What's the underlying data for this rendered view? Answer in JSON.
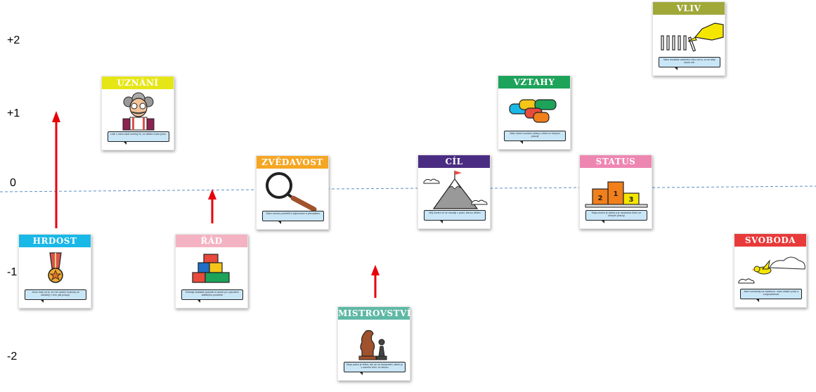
{
  "axis": {
    "labels": [
      "+2",
      "+1",
      "0",
      "-1",
      "-2"
    ]
  },
  "colors": {
    "dashed_line": "#5b8fc7",
    "arrow": "#e8000b"
  },
  "cards": [
    {
      "key": "hrdost",
      "title": "HRDOST",
      "color": "#19b8e6",
      "icon": "medal-icon",
      "text": "Jsem hrdý na to, že mé osobní hodnoty se odrážejí v tom, jak pracuji."
    },
    {
      "key": "uznani",
      "title": "UZNÁNÍ",
      "color": "#e6e617",
      "icon": "professor-icon",
      "text": "Lidé v mém okolí oceňují to, co dělám a kdo jsem."
    },
    {
      "key": "rad",
      "title": "ŘÁD",
      "color": "#f4b3c2",
      "icon": "building-blocks-icon",
      "text": "Existuje dostatek pravidel a doloží pro vytvoření stabilního prostředí"
    },
    {
      "key": "zvedavost",
      "title": "ZVĚDAVOST",
      "color": "#f5a623",
      "icon": "magnifier-icon",
      "text": "Mám mnoho podnětů k objevování a přemýšlení"
    },
    {
      "key": "mistrovstvi",
      "title": "MISTROVSTVÍ",
      "color": "#5fb8a5",
      "icon": "chess-pieces-icon",
      "text": "Moje práce je těžká, ale ne na dosavadní, takže je v samém kříži, ve středu"
    },
    {
      "key": "cil",
      "title": "CÍL",
      "color": "#4a2d82",
      "icon": "mountain-flag-icon",
      "text": "Můj životní cíl se navzájí v práci, kterou dělám"
    },
    {
      "key": "vztahy",
      "title": "VZTAHY",
      "color": "#1da35a",
      "icon": "speech-bubbles-icon",
      "text": "Mám dobré sociální vztahy s lidmi ve kterými pracuji"
    },
    {
      "key": "vliv",
      "title": "VLIV",
      "color": "#a0a83a",
      "icon": "pointing-hand-dominoes-icon",
      "text": "Mám dostatek osobního vlivu na to, co se děje okolo mě."
    },
    {
      "key": "status",
      "title": "STATUS",
      "color": "#ee86b2",
      "icon": "podium-icon",
      "text": "Moje pozice je dobrá a je uznávána lidmi, se kterými pracuji"
    },
    {
      "key": "svoboda",
      "title": "SVOBODA",
      "color": "#e83a3a",
      "icon": "bird-clouds-icon",
      "text": "Jsem nezávislý na ostatních, mám vlastní práci a zodpovědnost"
    }
  ]
}
